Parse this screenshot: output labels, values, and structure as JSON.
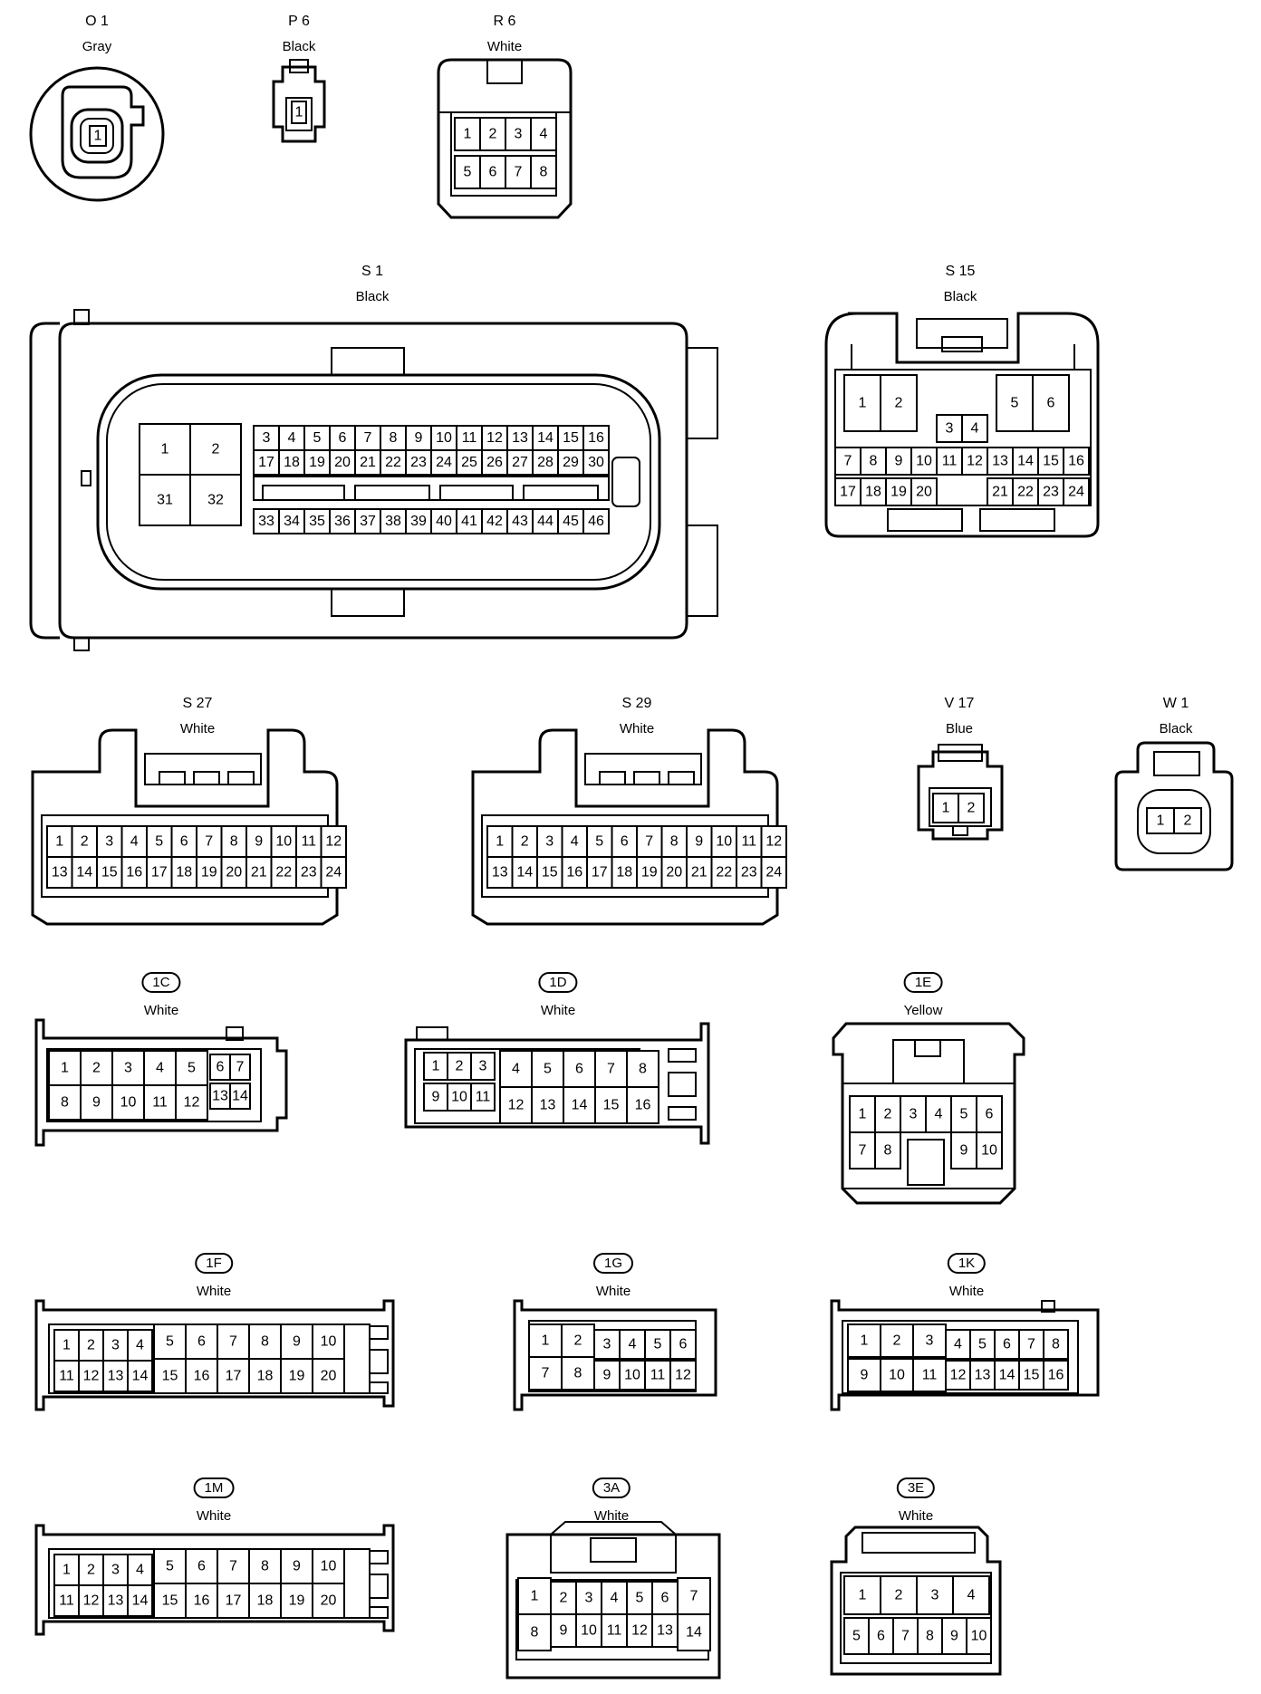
{
  "connectors": [
    {
      "id": "O1",
      "code": "O 1",
      "color": "Gray",
      "pins": [
        "1"
      ]
    },
    {
      "id": "P6",
      "code": "P 6",
      "color": "Black",
      "pins": [
        "1"
      ]
    },
    {
      "id": "R6",
      "code": "R 6",
      "color": "White",
      "pins": [
        "1",
        "2",
        "3",
        "4",
        "5",
        "6",
        "7",
        "8"
      ]
    },
    {
      "id": "S1",
      "code": "S 1",
      "color": "Black",
      "pins": [
        "1",
        "2",
        "31",
        "32",
        "3",
        "4",
        "5",
        "6",
        "7",
        "8",
        "9",
        "10",
        "11",
        "12",
        "13",
        "14",
        "15",
        "16",
        "17",
        "18",
        "19",
        "20",
        "21",
        "22",
        "23",
        "24",
        "25",
        "26",
        "27",
        "28",
        "29",
        "30",
        "33",
        "34",
        "35",
        "36",
        "37",
        "38",
        "39",
        "40",
        "41",
        "42",
        "43",
        "44",
        "45",
        "46"
      ]
    },
    {
      "id": "S15",
      "code": "S 15",
      "color": "Black",
      "pins": [
        "1",
        "2",
        "5",
        "6",
        "3",
        "4",
        "7",
        "8",
        "9",
        "10",
        "11",
        "12",
        "13",
        "14",
        "15",
        "16",
        "17",
        "18",
        "19",
        "20",
        "21",
        "22",
        "23",
        "24"
      ]
    },
    {
      "id": "S27",
      "code": "S 27",
      "color": "White",
      "pins": [
        "1",
        "2",
        "3",
        "4",
        "5",
        "6",
        "7",
        "8",
        "9",
        "10",
        "11",
        "12",
        "13",
        "14",
        "15",
        "16",
        "17",
        "18",
        "19",
        "20",
        "21",
        "22",
        "23",
        "24"
      ]
    },
    {
      "id": "S29",
      "code": "S 29",
      "color": "White",
      "pins": [
        "1",
        "2",
        "3",
        "4",
        "5",
        "6",
        "7",
        "8",
        "9",
        "10",
        "11",
        "12",
        "13",
        "14",
        "15",
        "16",
        "17",
        "18",
        "19",
        "20",
        "21",
        "22",
        "23",
        "24"
      ]
    },
    {
      "id": "V17",
      "code": "V 17",
      "color": "Blue",
      "pins": [
        "1",
        "2"
      ]
    },
    {
      "id": "W1",
      "code": "W 1",
      "color": "Black",
      "pins": [
        "1",
        "2"
      ]
    },
    {
      "id": "1C",
      "code": "1C",
      "color": "White",
      "pins": [
        "1",
        "2",
        "3",
        "4",
        "5",
        "6",
        "7",
        "8",
        "9",
        "10",
        "11",
        "12",
        "13",
        "14"
      ]
    },
    {
      "id": "1D",
      "code": "1D",
      "color": "White",
      "pins": [
        "1",
        "2",
        "3",
        "4",
        "5",
        "6",
        "7",
        "8",
        "9",
        "10",
        "11",
        "12",
        "13",
        "14",
        "15",
        "16"
      ]
    },
    {
      "id": "1E",
      "code": "1E",
      "color": "Yellow",
      "pins": [
        "1",
        "2",
        "3",
        "4",
        "5",
        "6",
        "7",
        "8",
        "9",
        "10"
      ]
    },
    {
      "id": "1F",
      "code": "1F",
      "color": "White",
      "pins": [
        "1",
        "2",
        "3",
        "4",
        "5",
        "6",
        "7",
        "8",
        "9",
        "10",
        "11",
        "12",
        "13",
        "14",
        "15",
        "16",
        "17",
        "18",
        "19",
        "20"
      ]
    },
    {
      "id": "1G",
      "code": "1G",
      "color": "White",
      "pins": [
        "1",
        "2",
        "3",
        "4",
        "5",
        "6",
        "7",
        "8",
        "9",
        "10",
        "11",
        "12"
      ]
    },
    {
      "id": "1K",
      "code": "1K",
      "color": "White",
      "pins": [
        "1",
        "2",
        "3",
        "4",
        "5",
        "6",
        "7",
        "8",
        "9",
        "10",
        "11",
        "12",
        "13",
        "14",
        "15",
        "16"
      ]
    },
    {
      "id": "1M",
      "code": "1M",
      "color": "White",
      "pins": [
        "1",
        "2",
        "3",
        "4",
        "5",
        "6",
        "7",
        "8",
        "9",
        "10",
        "11",
        "12",
        "13",
        "14",
        "15",
        "16",
        "17",
        "18",
        "19",
        "20"
      ]
    },
    {
      "id": "3A",
      "code": "3A",
      "color": "White",
      "pins": [
        "1",
        "2",
        "3",
        "4",
        "5",
        "6",
        "7",
        "8",
        "9",
        "10",
        "11",
        "12",
        "13",
        "14"
      ]
    },
    {
      "id": "3E",
      "code": "3E",
      "color": "White",
      "pins": [
        "1",
        "2",
        "3",
        "4",
        "5",
        "6",
        "7",
        "8",
        "9",
        "10"
      ]
    }
  ]
}
